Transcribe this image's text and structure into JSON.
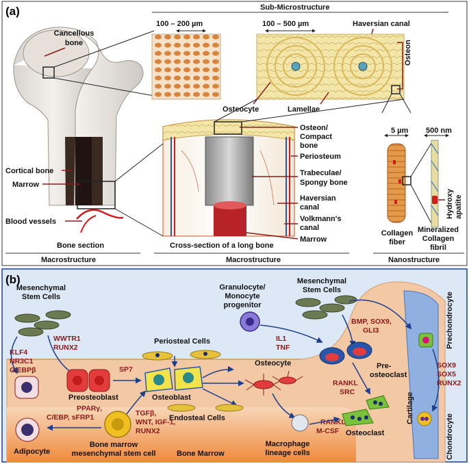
{
  "colors": {
    "panel_a_bg": "#ffffff",
    "panel_b_bg": "#dde8f7",
    "panel_b_border": "#1a3d8f",
    "bone_tan": "#f2c9a0",
    "marrow_orange": "#f08a3c",
    "cartilage_blue": "#8fb0e0",
    "red_label": "#8b1a1a",
    "vessel_red": "#d31a1a"
  },
  "panel_a": {
    "label": "(a)",
    "sub_micro_title": "Sub-Microstructure",
    "scale_cancellous": "100 – 200 µm",
    "scale_osteon": "100 – 500 µm",
    "haversian_canal_top": "Haversian canal",
    "osteon": "Osteon",
    "osteocyte": "Osteocyte",
    "lamellae": "Lamellae",
    "cancellous_bone": [
      "Cancellous",
      "bone"
    ],
    "cortical_bone": "Cortical bone",
    "marrow_left": "Marrow",
    "blood_vessels": "Blood vessels",
    "bone_section": "Bone section",
    "osteon_compact": [
      "Osteon/",
      "Compact",
      "bone"
    ],
    "periosteum": "Periosteum",
    "trabeculae": [
      "Trabeculae/",
      "Spongy bone"
    ],
    "haversian_canal_mid": [
      "Haversian",
      "canal"
    ],
    "volkmanns_canal": [
      "Volkmann's",
      "canal"
    ],
    "marrow_mid": "Marrow",
    "cross_section_caption": "Cross-section of a long bone",
    "scale_5um": "5 µm",
    "scale_500nm": "500 nm",
    "hydroxy_apatite": [
      "Hydroxy",
      "apatite"
    ],
    "collagen_fiber": [
      "Collagen",
      "fiber"
    ],
    "mineralized_collagen_fibril": [
      "Mineralized",
      "Collagen",
      "fibril"
    ],
    "macrostructure_left": "Macrostructure",
    "macrostructure_mid": "Macrostructure",
    "nanostructure": "Nanostructure"
  },
  "panel_b": {
    "label": "(b)",
    "msc_left": [
      "Mesenchymal",
      "Stem Cells"
    ],
    "klf4_group": [
      "KLF4",
      "NR3C1",
      "C/EBPβ"
    ],
    "wwtr1_group": [
      "WWTR1",
      "RUNX2"
    ],
    "preosteoblast": "Preosteoblast",
    "sp7": "SP7",
    "periosteal_cells": "Periosteal Cells",
    "osteoblast": "Osteoblast",
    "granulocyte": [
      "Granulocyte/",
      "Monocyte",
      "progenitor"
    ],
    "il1_tnf": [
      "IL1",
      "TNF"
    ],
    "msc_right": [
      "Mesenchymal",
      "Stem Cells"
    ],
    "bmp_group": [
      "BMP, SOX9,",
      "GLI3"
    ],
    "osteocyte": "Osteocyte",
    "pre_osteoclast": [
      "Pre-",
      "osteoclast"
    ],
    "rankl_src": [
      "RANKL",
      "SRC"
    ],
    "rankl_mcsf": [
      "RANKL",
      "M-CSF"
    ],
    "osteoclast": "Osteoclast",
    "pparg_group": [
      "PPARγ,",
      "C/EBP,  sFRP1"
    ],
    "tgfb_group": [
      "TGFβ,",
      "WNT, IGF-1,",
      "RUNX2"
    ],
    "endosteal_cells": "Endosteal Cells",
    "adipocyte": "Adipocyte",
    "bm_msc": [
      "Bone marrow",
      "mesenchymal stem cell"
    ],
    "bone_marrow": "Bone Marrow",
    "macrophage": [
      "Macrophage",
      "lineage cells"
    ],
    "cartilage": "Cartilage",
    "prechondrocyte": "Prechondrocyte",
    "sox_group": [
      "SOX9",
      "SOX5",
      "RUNX2"
    ],
    "chondrocyte": "Chondrocyte"
  }
}
